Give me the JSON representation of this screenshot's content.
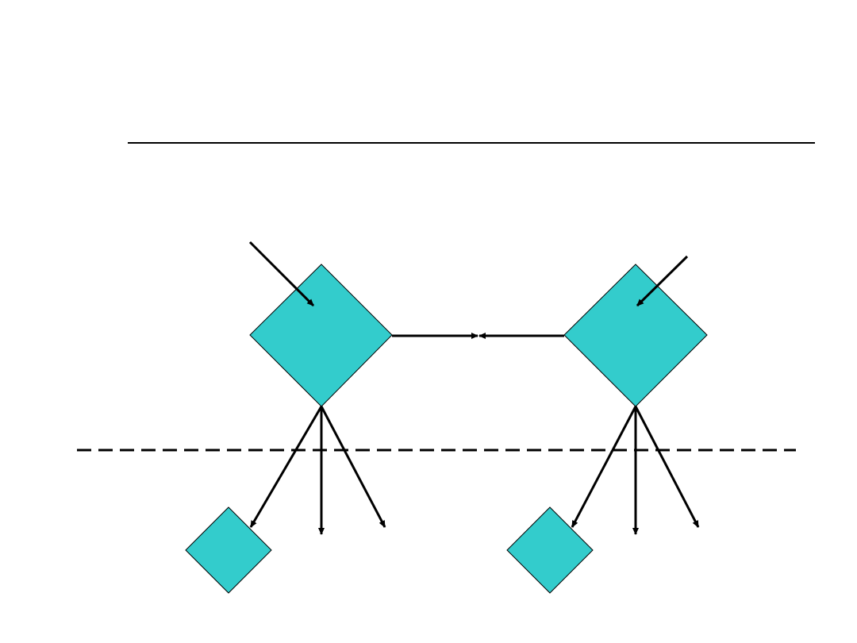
{
  "colors": {
    "node_fill": "#33CCCC",
    "line": "#000000",
    "background": "#FFFFFF"
  },
  "diagram": {
    "nodes": [
      {
        "id": "left-large-diamond",
        "shape": "diamond"
      },
      {
        "id": "right-large-diamond",
        "shape": "diamond"
      },
      {
        "id": "left-small-diamond",
        "shape": "diamond"
      },
      {
        "id": "right-small-diamond",
        "shape": "diamond"
      }
    ],
    "edges": [
      {
        "id": "incoming-left",
        "to": "left-large-diamond"
      },
      {
        "id": "incoming-right",
        "to": "right-large-diamond"
      },
      {
        "id": "left-to-center",
        "from": "left-large-diamond"
      },
      {
        "id": "right-to-center",
        "from": "right-large-diamond"
      },
      {
        "id": "left-to-small",
        "from": "left-large-diamond",
        "to": "left-small-diamond"
      },
      {
        "id": "left-down",
        "from": "left-large-diamond"
      },
      {
        "id": "left-down-right",
        "from": "left-large-diamond"
      },
      {
        "id": "right-to-small",
        "from": "right-large-diamond",
        "to": "right-small-diamond"
      },
      {
        "id": "right-down",
        "from": "right-large-diamond"
      },
      {
        "id": "right-down-right",
        "from": "right-large-diamond"
      }
    ]
  }
}
